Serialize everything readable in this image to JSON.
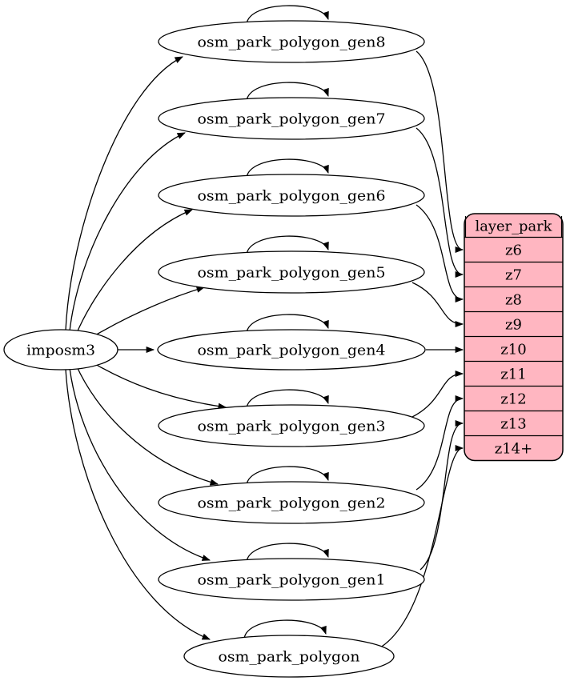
{
  "diagram": {
    "kind": "dependency-graph",
    "source_node": "imposm3",
    "nodes": [
      {
        "id": "imposm3",
        "label": "imposm3"
      },
      {
        "id": "osm_park_polygon_gen8",
        "label": "osm_park_polygon_gen8"
      },
      {
        "id": "osm_park_polygon_gen7",
        "label": "osm_park_polygon_gen7"
      },
      {
        "id": "osm_park_polygon_gen6",
        "label": "osm_park_polygon_gen6"
      },
      {
        "id": "osm_park_polygon_gen5",
        "label": "osm_park_polygon_gen5"
      },
      {
        "id": "osm_park_polygon_gen4",
        "label": "osm_park_polygon_gen4"
      },
      {
        "id": "osm_park_polygon_gen3",
        "label": "osm_park_polygon_gen3"
      },
      {
        "id": "osm_park_polygon_gen2",
        "label": "osm_park_polygon_gen2"
      },
      {
        "id": "osm_park_polygon_gen1",
        "label": "osm_park_polygon_gen1"
      },
      {
        "id": "osm_park_polygon",
        "label": "osm_park_polygon"
      }
    ],
    "record_node": {
      "id": "layer_park",
      "header": "layer_park",
      "rows": [
        "z6",
        "z7",
        "z8",
        "z9",
        "z10",
        "z11",
        "z12",
        "z13",
        "z14+"
      ]
    },
    "edges": {
      "from_source": [
        {
          "from": "imposm3",
          "to": "osm_park_polygon_gen8"
        },
        {
          "from": "imposm3",
          "to": "osm_park_polygon_gen7"
        },
        {
          "from": "imposm3",
          "to": "osm_park_polygon_gen6"
        },
        {
          "from": "imposm3",
          "to": "osm_park_polygon_gen5"
        },
        {
          "from": "imposm3",
          "to": "osm_park_polygon_gen4"
        },
        {
          "from": "imposm3",
          "to": "osm_park_polygon_gen3"
        },
        {
          "from": "imposm3",
          "to": "osm_park_polygon_gen2"
        },
        {
          "from": "imposm3",
          "to": "osm_park_polygon_gen1"
        },
        {
          "from": "imposm3",
          "to": "osm_park_polygon"
        }
      ],
      "self_loops": [
        "osm_park_polygon_gen8",
        "osm_park_polygon_gen7",
        "osm_park_polygon_gen6",
        "osm_park_polygon_gen5",
        "osm_park_polygon_gen4",
        "osm_park_polygon_gen3",
        "osm_park_polygon_gen2",
        "osm_park_polygon_gen1",
        "osm_park_polygon"
      ],
      "to_record": [
        {
          "from": "osm_park_polygon_gen8",
          "row": "z6"
        },
        {
          "from": "osm_park_polygon_gen7",
          "row": "z7"
        },
        {
          "from": "osm_park_polygon_gen6",
          "row": "z8"
        },
        {
          "from": "osm_park_polygon_gen5",
          "row": "z9"
        },
        {
          "from": "osm_park_polygon_gen4",
          "row": "z10"
        },
        {
          "from": "osm_park_polygon_gen3",
          "row": "z11"
        },
        {
          "from": "osm_park_polygon_gen2",
          "row": "z12"
        },
        {
          "from": "osm_park_polygon_gen1",
          "row": "z13"
        },
        {
          "from": "osm_park_polygon",
          "row": "z14+"
        }
      ]
    },
    "colors": {
      "background": "#ffffff",
      "node_fill": "#ffffff",
      "record_fill": "#ffb6c1",
      "stroke": "#000000",
      "edge": "#000000",
      "text": "#000000"
    }
  }
}
